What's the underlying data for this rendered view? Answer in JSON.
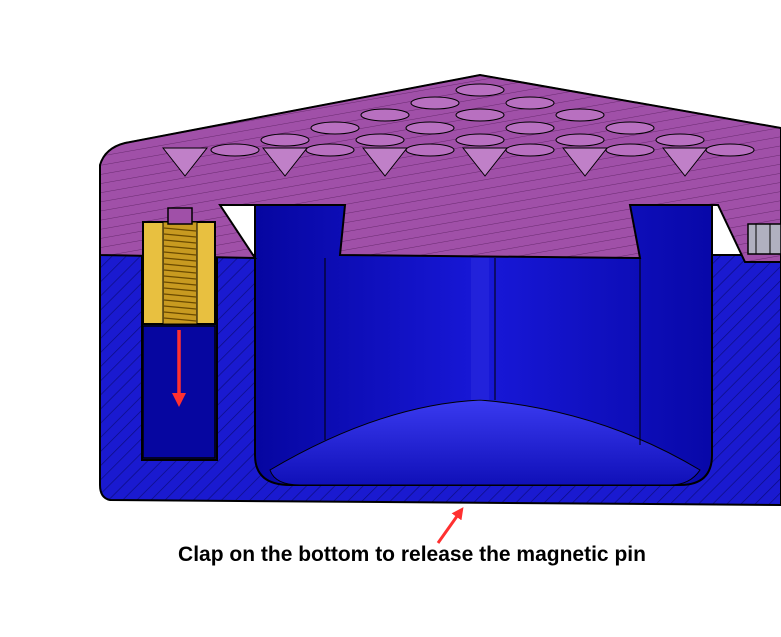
{
  "caption": "Clap on the bottom to release the magnetic pin",
  "colors": {
    "cap_purple": "#a050a8",
    "base_blue": "#1a1ad0",
    "cavity_blue": "#0a0aa8",
    "brass": "#e8c040",
    "arrow_red": "#ff3030",
    "outline": "#000000"
  },
  "parts": {
    "cap": "purple-textured-cap",
    "base": "blue-base-cross-section",
    "insert": "threaded-brass-insert",
    "pin": "magnetic-pin",
    "cavity": "inner-cavity"
  }
}
